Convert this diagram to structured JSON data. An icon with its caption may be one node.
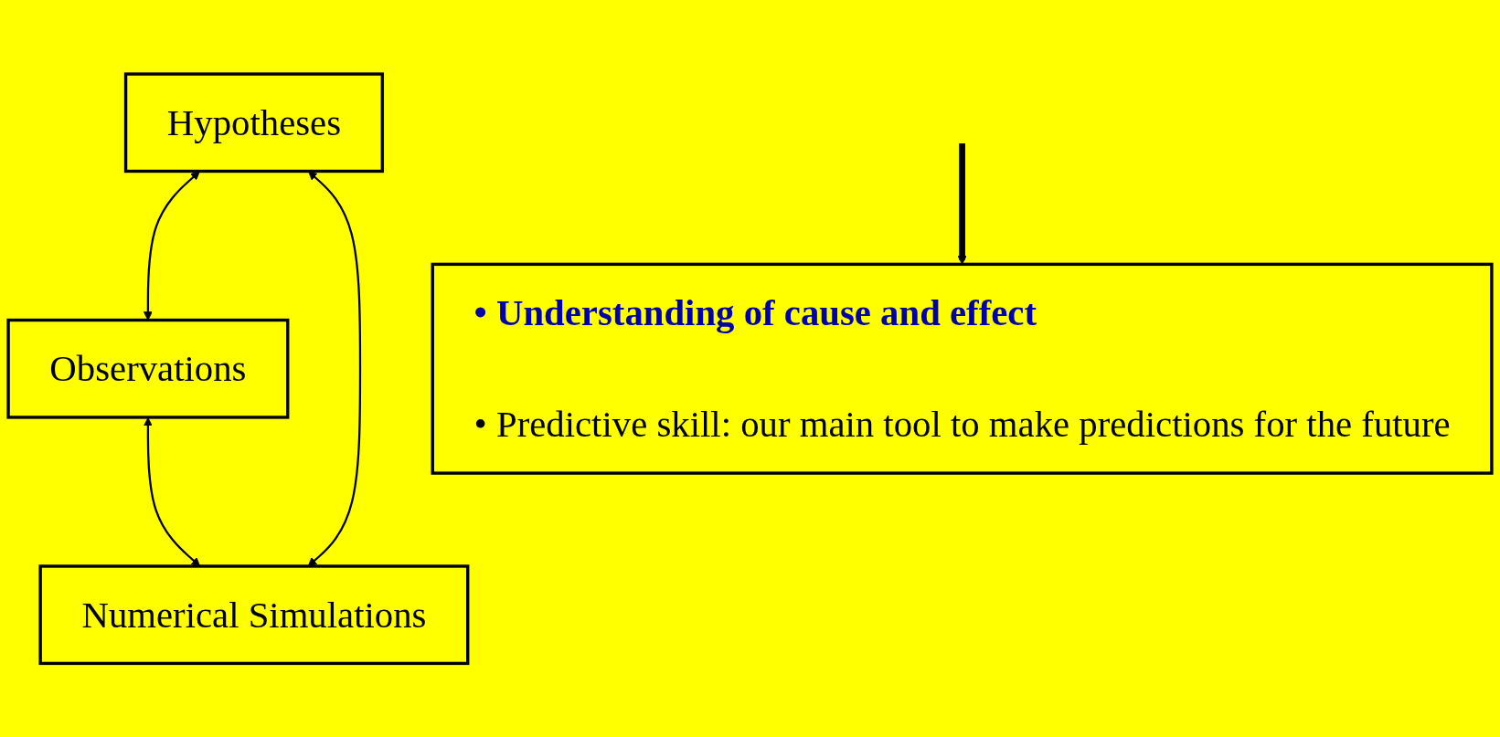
{
  "diagram": {
    "nodes": [
      {
        "text": [
          "Hypotheses"
        ]
      },
      {
        "text": [
          "Observations"
        ]
      },
      {
        "text": [
          "Numerical Simulations"
        ]
      },
      {
        "text": [
          "• Understanding of cause and effect",
          "• Predictive skill: our main tool to make predictions for the future"
        ]
      }
    ],
    "edges": [
      {
        "from": 0,
        "to": 1,
        "arrow": "both"
      },
      {
        "from": 0,
        "to": 2,
        "arrow": "both"
      },
      {
        "from": 1,
        "to": 2,
        "arrow": "both"
      },
      {
        "from": null,
        "to": 3,
        "arrow": "to",
        "style": "thick"
      }
    ]
  }
}
